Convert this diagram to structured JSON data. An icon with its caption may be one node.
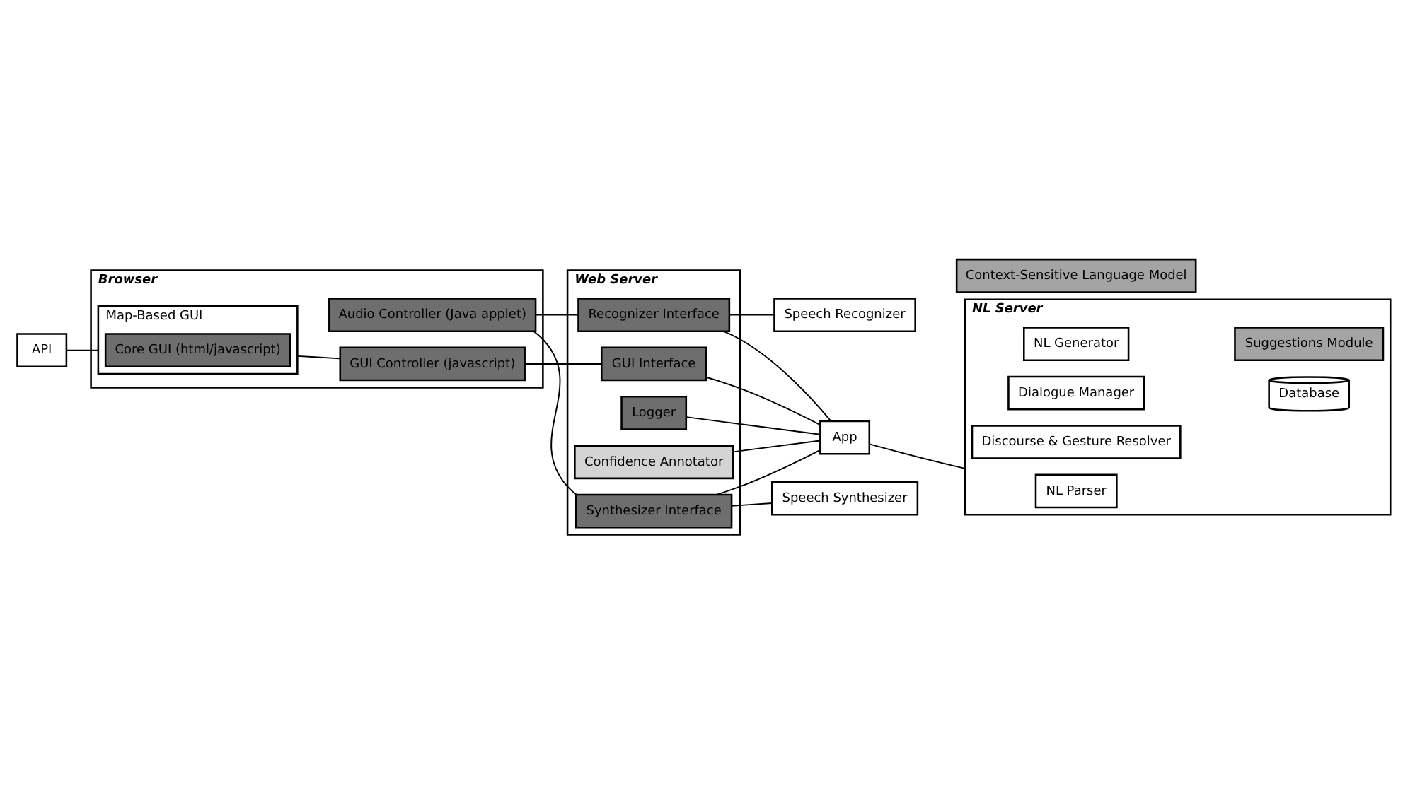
{
  "diagram": {
    "nodes": [
      {
        "text": [
          "API"
        ]
      },
      {
        "text": [
          "Browser"
        ]
      },
      {
        "text": [
          "Map-Based GUI"
        ],
        "in": 1
      },
      {
        "text": [
          "Core GUI (html/javascript)"
        ],
        "in": 2
      },
      {
        "text": [
          "GUI Controller (javascript)"
        ],
        "in": 1
      },
      {
        "text": [
          "Audio Controller (Java applet)"
        ],
        "in": 1
      },
      {
        "text": [
          "Web Server"
        ]
      },
      {
        "text": [
          "GUI Interface"
        ],
        "in": 6
      },
      {
        "text": [
          "Recognizer Interface"
        ],
        "in": 6
      },
      {
        "text": [
          "Confidence Annotator"
        ],
        "in": 6
      },
      {
        "text": [
          "Synthesizer Interface"
        ],
        "in": 6
      },
      {
        "text": [
          "Logger"
        ],
        "in": 6
      },
      {
        "text": [
          "App"
        ]
      },
      {
        "text": [
          "Speech Recognizer"
        ]
      },
      {
        "text": [
          "Context-Sensitive Language Model"
        ]
      },
      {
        "text": [
          "NL Server"
        ]
      },
      {
        "text": [
          "NL Parser"
        ],
        "in": 15
      },
      {
        "text": [
          "Discourse & Gesture Resolver"
        ],
        "in": 15
      },
      {
        "text": [
          "Dialogue Manager"
        ],
        "in": 15
      },
      {
        "text": [
          "Database"
        ],
        "in": 15
      },
      {
        "text": [
          "NL Generator"
        ],
        "in": 15
      },
      {
        "text": [
          "Suggestions Module"
        ],
        "in": 15
      },
      {
        "text": [
          "Speech Synthesizer"
        ]
      }
    ],
    "edges": [
      {
        "from": 0,
        "to": 2,
        "arrow": "none"
      },
      {
        "from": 2,
        "to": 4,
        "arrow": "none"
      },
      {
        "from": 4,
        "to": 7,
        "arrow": "none"
      },
      {
        "from": 5,
        "to": 8,
        "arrow": "none"
      },
      {
        "from": 5,
        "to": 10,
        "arrow": "none"
      },
      {
        "from": 7,
        "to": 12,
        "arrow": "none"
      },
      {
        "from": 8,
        "to": 12,
        "arrow": "none"
      },
      {
        "from": 8,
        "to": 13,
        "arrow": "none"
      },
      {
        "from": 9,
        "to": 12,
        "arrow": "none"
      },
      {
        "from": 10,
        "to": 12,
        "arrow": "none"
      },
      {
        "from": 10,
        "to": 22,
        "arrow": "none"
      },
      {
        "from": 11,
        "to": 12,
        "arrow": "none"
      },
      {
        "from": 12,
        "to": 15,
        "arrow": "none"
      }
    ]
  }
}
